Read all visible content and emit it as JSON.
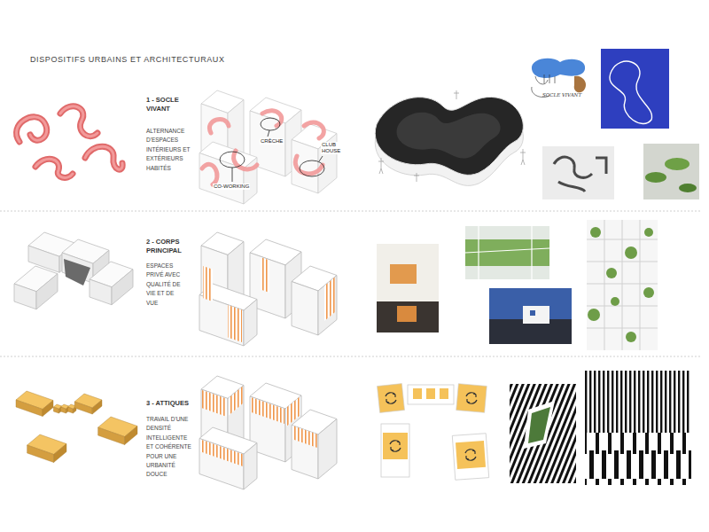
{
  "diagram": {
    "title": "DISPOSITIFS URBAINS ET ARCHITECTURAUX",
    "labels": [
      "1 - SOCLE VIVANT",
      "ALTERNANCE D'ESPACES INTÉRIEURS ET EXTÉRIEURS HABITÉS",
      "CRÈCHE",
      "CO-WORKING",
      "CLUB HOUSE",
      "SOCLE VIVANT",
      "2 - CORPS PRINCIPAL",
      "ESPACES PRIVÉ AVEC QUALITÉ DE VIE ET DE VUE",
      "3 - ATTIQUES",
      "TRAVAIL D'UNE DENSITÉ INTELLIGENTE ET COHÉRENTE POUR UNE URBANITÉ DOUCE"
    ]
  }
}
